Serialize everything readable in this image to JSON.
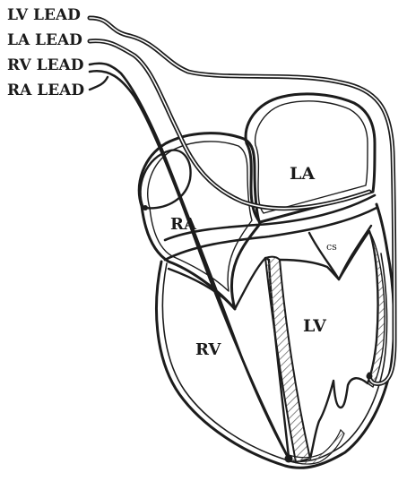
{
  "leads": [
    {
      "id": "lv",
      "label": "LV LEAD"
    },
    {
      "id": "la",
      "label": "LA LEAD"
    },
    {
      "id": "rv",
      "label": "RV LEAD"
    },
    {
      "id": "ra",
      "label": "RA LEAD"
    }
  ],
  "chambers": {
    "la": "LA",
    "ra": "RA",
    "rv": "RV",
    "lv": "LV",
    "cs": "cs"
  },
  "colors": {
    "ink": "#1c1c1c",
    "background": "#ffffff",
    "hatch": "#6b6b6b"
  }
}
